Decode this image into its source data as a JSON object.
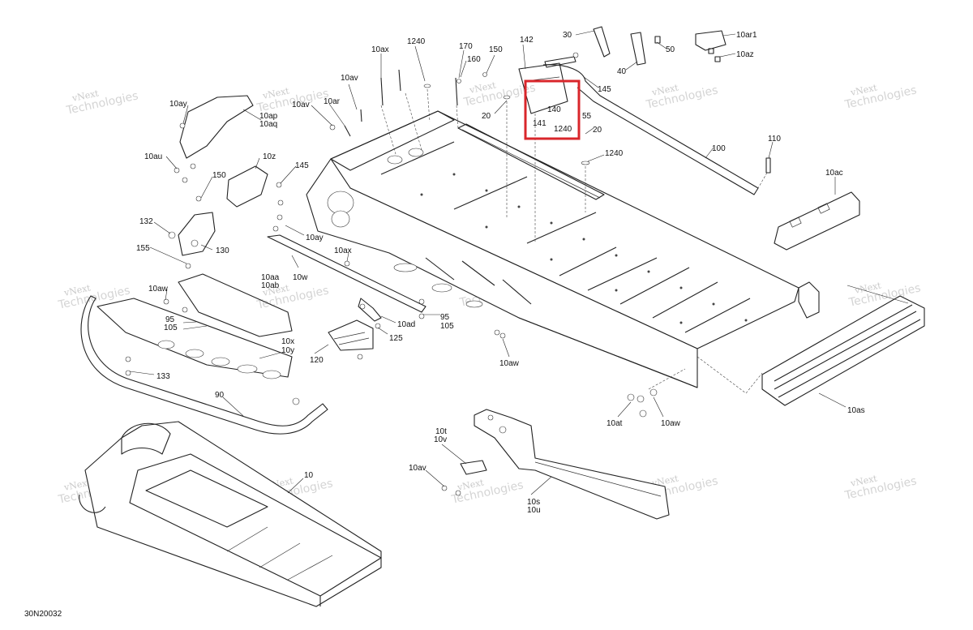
{
  "diagram_code": "30N20032",
  "watermark": {
    "line1": "vNext",
    "line2": "Technologies",
    "line_combined": "vNext Technologies"
  },
  "highlight_color": "#d9262b",
  "callouts": [
    {
      "id": "c10ax",
      "text": "10ax"
    },
    {
      "id": "c1240a",
      "text": "1240"
    },
    {
      "id": "c170",
      "text": "170"
    },
    {
      "id": "c160",
      "text": "160"
    },
    {
      "id": "c150a",
      "text": "150"
    },
    {
      "id": "c142",
      "text": "142"
    },
    {
      "id": "c30",
      "text": "30"
    },
    {
      "id": "c40",
      "text": "40"
    },
    {
      "id": "c50",
      "text": "50"
    },
    {
      "id": "c10ar1",
      "text": "10ar1"
    },
    {
      "id": "c10az",
      "text": "10az"
    },
    {
      "id": "c145a",
      "text": "145"
    },
    {
      "id": "c140",
      "text": "140"
    },
    {
      "id": "c55",
      "text": "55"
    },
    {
      "id": "c141",
      "text": "141"
    },
    {
      "id": "c1240b",
      "text": "1240"
    },
    {
      "id": "c20a",
      "text": "20"
    },
    {
      "id": "c20b",
      "text": "20"
    },
    {
      "id": "c1240c",
      "text": "1240"
    },
    {
      "id": "c100",
      "text": "100"
    },
    {
      "id": "c110",
      "text": "110"
    },
    {
      "id": "c10ac",
      "text": "10ac"
    },
    {
      "id": "c10av",
      "text": "10av"
    },
    {
      "id": "c10av2",
      "text": "10av"
    },
    {
      "id": "c10ar",
      "text": "10ar"
    },
    {
      "id": "c10ay",
      "text": "10ay"
    },
    {
      "id": "c10ap",
      "text": "10ap"
    },
    {
      "id": "c10aq",
      "text": "10aq"
    },
    {
      "id": "c10au",
      "text": "10au"
    },
    {
      "id": "c10z",
      "text": "10z"
    },
    {
      "id": "c150b",
      "text": "150"
    },
    {
      "id": "c145b",
      "text": "145"
    },
    {
      "id": "c132",
      "text": "132"
    },
    {
      "id": "c155",
      "text": "155"
    },
    {
      "id": "c130",
      "text": "130"
    },
    {
      "id": "c10ay2",
      "text": "10ay"
    },
    {
      "id": "c10ax2",
      "text": "10ax"
    },
    {
      "id": "c10aa",
      "text": "10aa"
    },
    {
      "id": "c10ab",
      "text": "10ab"
    },
    {
      "id": "c10w",
      "text": "10w"
    },
    {
      "id": "c10aw",
      "text": "10aw"
    },
    {
      "id": "c95a",
      "text": "95"
    },
    {
      "id": "c105a",
      "text": "105"
    },
    {
      "id": "c95b",
      "text": "95"
    },
    {
      "id": "c105b",
      "text": "105"
    },
    {
      "id": "c10ad",
      "text": "10ad"
    },
    {
      "id": "c125",
      "text": "125"
    },
    {
      "id": "c120",
      "text": "120"
    },
    {
      "id": "c10x",
      "text": "10x"
    },
    {
      "id": "c10y",
      "text": "10y"
    },
    {
      "id": "c133",
      "text": "133"
    },
    {
      "id": "c10aw2",
      "text": "10aw"
    },
    {
      "id": "c90",
      "text": "90"
    },
    {
      "id": "c10as",
      "text": "10as"
    },
    {
      "id": "c10at",
      "text": "10at"
    },
    {
      "id": "c10aw3",
      "text": "10aw"
    },
    {
      "id": "c10t",
      "text": "10t"
    },
    {
      "id": "c10v",
      "text": "10v"
    },
    {
      "id": "c10av3",
      "text": "10av"
    },
    {
      "id": "c10s",
      "text": "10s"
    },
    {
      "id": "c10u",
      "text": "10u"
    },
    {
      "id": "c10",
      "text": "10"
    }
  ]
}
